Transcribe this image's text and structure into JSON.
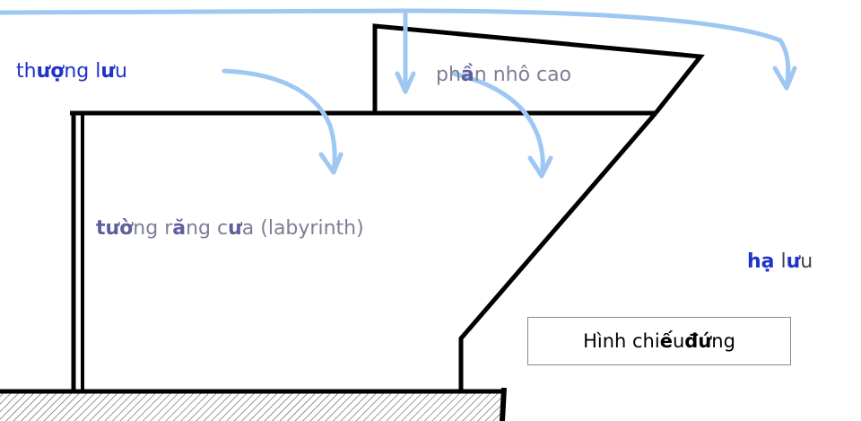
{
  "labels": {
    "upstream": {
      "p1": "th",
      "b1": "ượ",
      "p2": "ng l",
      "b2": "ư",
      "p3": "u"
    },
    "raised_part": {
      "p1": "ph",
      "b1": "ầ",
      "p2": "n nhô cao"
    },
    "wall": {
      "b1": "tườ",
      "p1": "ng r",
      "b2": "ă",
      "p2": "ng c",
      "b3": "ư",
      "p3": "a (labyrinth)"
    },
    "downstream": {
      "b1": "hạ",
      "p1": " l",
      "b2": "ư",
      "p2": "u"
    },
    "view_box": {
      "p1": "Hình chi",
      "b1": "ế",
      "p2": "u ",
      "b2": "đứ",
      "p3": "ng"
    }
  },
  "colors": {
    "flow_arrow": "#9ec7f2",
    "structure": "#000000",
    "ground_hatch": "#555555"
  }
}
